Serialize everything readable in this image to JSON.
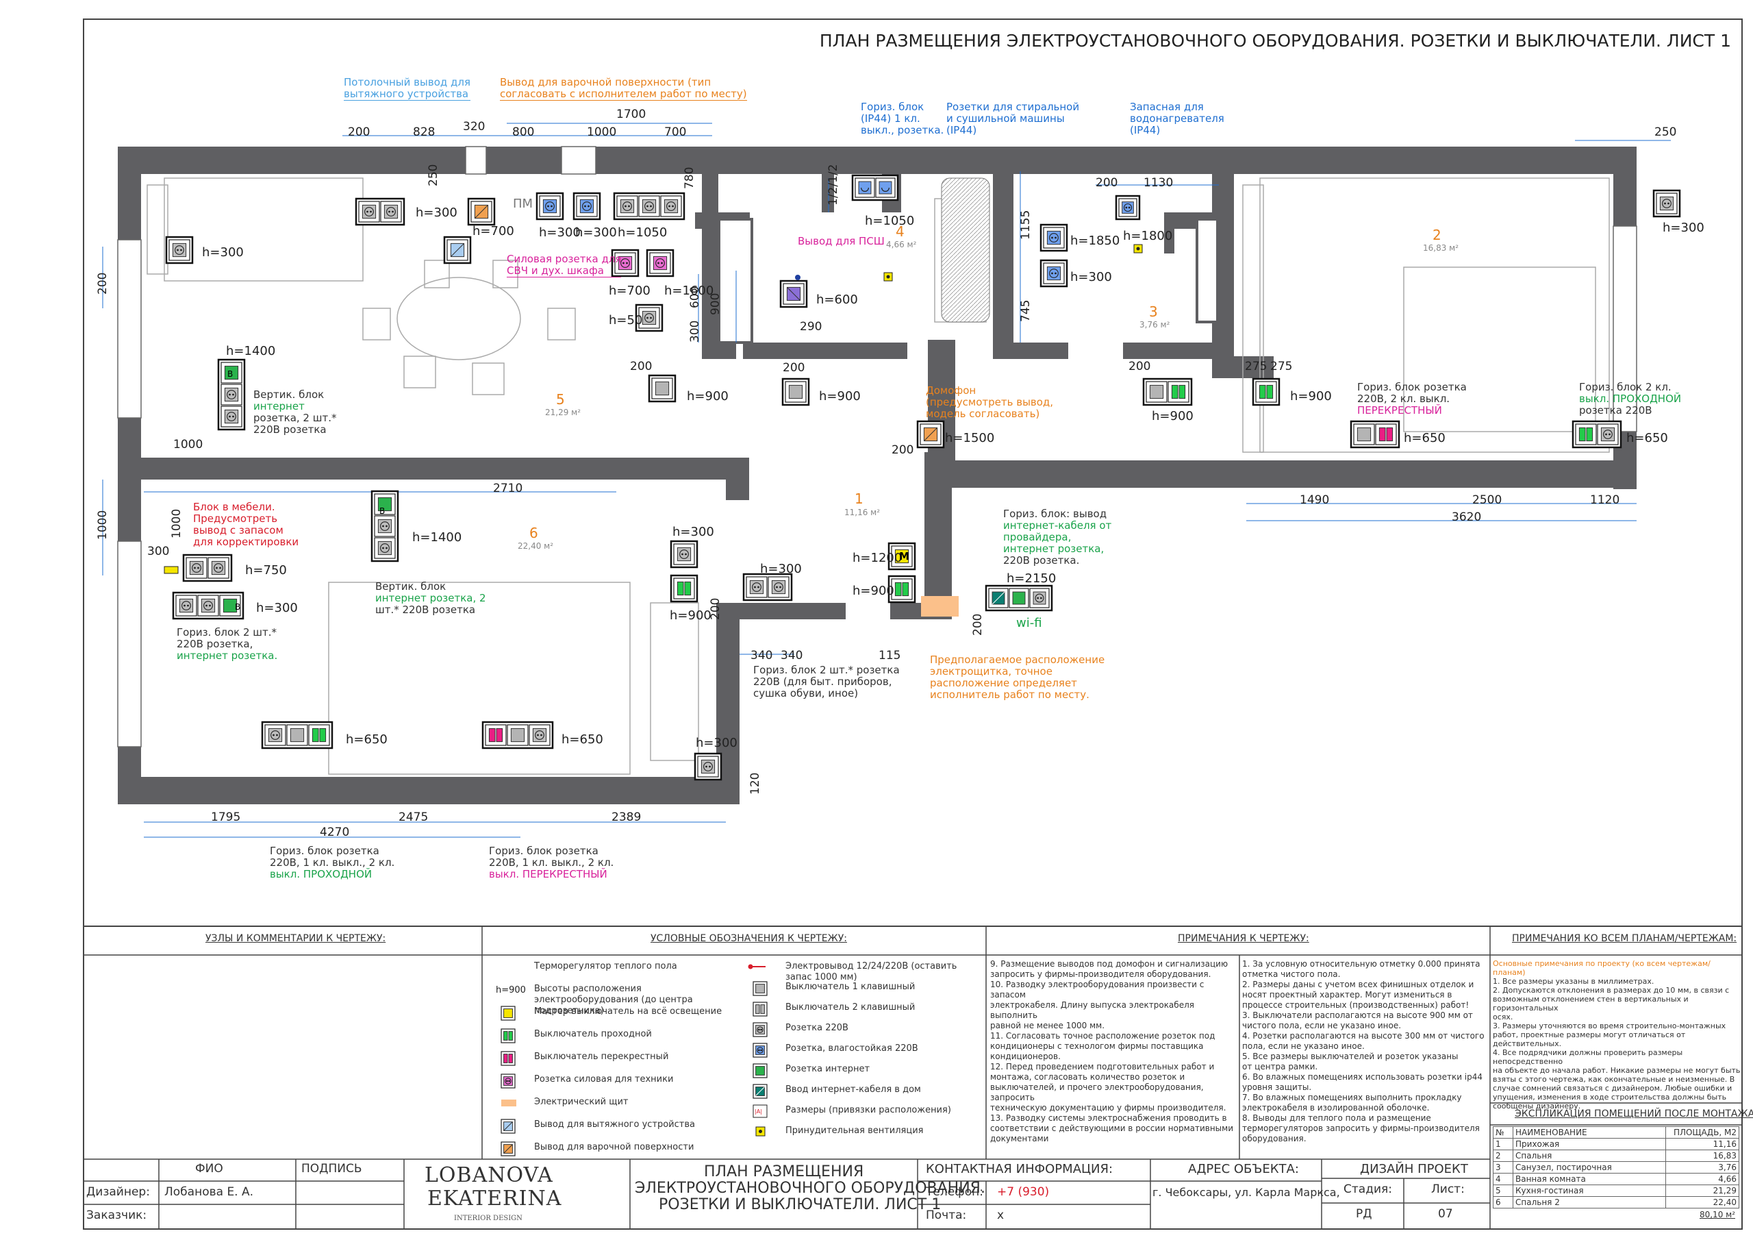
{
  "colors": {
    "wall": "#5f5f62",
    "blue": "#1f6fd1",
    "orange": "#e8821e",
    "pink": "#d8229b",
    "green": "#1aa34a",
    "red": "#d81e2c",
    "teal": "#0b8a7a",
    "dark": "#555",
    "socket_blue": "#6fa0ee",
    "switch_green": "#23cc4a",
    "switch_pink": "#ea1e84",
    "socket_pink": "#e96dd1",
    "master_yellow": "#f5e600",
    "internet_green": "#2bb24c",
    "cable_teal": "#0b7e71"
  },
  "plan_title": "ПЛАН РАЗМЕЩЕНИЯ ЭЛЕКТРОУСТАНОВОЧНОГО ОБОРУДОВАНИЯ. РОЗЕТКИ И ВЫКЛЮЧАТЕЛИ. ЛИСТ 1",
  "rooms": [
    {
      "num": "1",
      "area": "11,16 м²"
    },
    {
      "num": "2",
      "area": "16,83 м²"
    },
    {
      "num": "3",
      "area": "3,76 м²"
    },
    {
      "num": "4",
      "area": "4,66 м²"
    },
    {
      "num": "5",
      "area": "21,29 м²"
    },
    {
      "num": "6",
      "area": "22,40 м²"
    }
  ],
  "dims": {
    "d200a": "200",
    "d828": "828",
    "d320": "320",
    "d800": "800",
    "d1700": "1700",
    "d1000a": "1000",
    "d700": "700",
    "d250a": "250",
    "d780": "780",
    "d121": "1/2/1/2",
    "d200b": "200",
    "d1130": "1130",
    "d250b": "250",
    "d200c": "200",
    "d1155": "1155",
    "d745": "745",
    "d600": "600",
    "d900": "900",
    "d300": "300",
    "d290": "290",
    "d200d": "200",
    "d200e": "200",
    "d200f": "200",
    "d275a": "275",
    "d275b": "275",
    "d1000b": "1000",
    "d200g": "200",
    "d1490": "1490",
    "d2500": "2500",
    "d1120": "1120",
    "d3620": "3620",
    "d2710": "2710",
    "d1000c": "1000",
    "d1000d": "1000",
    "d300b": "300",
    "d200h": "200",
    "d340a": "340",
    "d340b": "340",
    "d115": "115",
    "d200i": "200",
    "d120": "120",
    "d1795": "1795",
    "d2475": "2475",
    "d2389": "2389",
    "d4270": "4270"
  },
  "heights": {
    "h1": "h=300",
    "h2": "h=300",
    "h3": "h=700",
    "h4": "h=300",
    "h5": "h=300",
    "h6": "h=1050",
    "h7": "h=700",
    "h8": "h=1600",
    "h9": "h=50",
    "h10": "h=1050",
    "h11": "h=600",
    "h12": "h=900",
    "h13": "h=900",
    "h14": "h=1850",
    "h15": "h=300",
    "h16": "h=1800",
    "h17": "h=300",
    "h18": "h=900",
    "h19": "h=900",
    "h20": "h=650",
    "h21": "h=650",
    "h22": "h=1400",
    "h23": "h=1500",
    "h24": "h=1400",
    "h25": "h=750",
    "h26": "h=300",
    "h27": "h=300",
    "h28": "h=900",
    "h29": "h=300",
    "h30": "h=1200",
    "h31": "h=900",
    "h32": "h=2150",
    "h33": "h=650",
    "h34": "h=650",
    "h35": "h=300"
  },
  "misc": {
    "pm": "ПМ",
    "wifi": "wi-fi",
    "b": "B",
    "m": "M"
  },
  "notes_plan": {
    "ceiling": [
      "Потолочный вывод для",
      "вытяжного устройства"
    ],
    "hob": [
      "Вывод  для  варочной поверхности  (тип",
      "согласовать с исполнителем работ по месту)"
    ],
    "oven": [
      "Силовая  розетка  для",
      "СВЧ и дух. шкафа"
    ],
    "horiz1": [
      "Гориз.  блок",
      "(IP44)   1  кл.",
      "выкл., розетка."
    ],
    "washer": [
      "Розетки для стиральной",
      "и   сушильной  машины",
      "(IP44)"
    ],
    "heater": [
      "Запасная     для",
      "водонагревателя",
      "(IP44)"
    ],
    "psh": "Вывод для ПСШ",
    "vert1": [
      "Вертик.       блок",
      "интернет",
      "розетка,   2    шт.*",
      "220В розетка"
    ],
    "intercom": [
      "Домофон",
      "(предусмотреть вывод,",
      "модель согласовать)"
    ],
    "bed_left": [
      "Гориз. блок розетка",
      "220В,  2  кл.  выкл.",
      "ПЕРЕКРЕСТНЫЙ"
    ],
    "bed_right": [
      "Гориз. блок  2  кл.",
      "выкл. ПРОХОДНОЙ",
      "розетка 220В"
    ],
    "furniture": [
      "Блок    в    мебели.",
      "Предусмотреть",
      "вывод   с   запасом",
      "для корректировки"
    ],
    "vert2": [
      "Вертик.       блок",
      "интернет розетка,  2",
      "шт.* 220В розетка"
    ],
    "inet_cable": [
      "Гориз.  блок:  вывод",
      "интернет-кабеля  от",
      "провайдера,",
      "интернет   розетка,",
      "220В розетка."
    ],
    "horiz2": [
      "Гориз.  блок  2  шт.*",
      "220В          розетка,",
      "интернет розетка."
    ],
    "shield": [
      "Предполагаемое расположение",
      "электрощитка,        точное",
      "расположение   определяет",
      "исполнитель работ по месту."
    ],
    "horiz3": [
      "Гориз.  блок  2  шт.*  розетка",
      "220В  (для  быт.  приборов,",
      "сушка обуви, иное)"
    ],
    "bottom_left": [
      "Гориз.   блок   розетка",
      "220В, 1 кл. выкл., 2 кл.",
      "выкл. ПРОХОДНОЙ"
    ],
    "bottom_right": [
      "Гориз.   блок   розетка",
      "220В, 1 кл. выкл., 2 кл.",
      "выкл. ПЕРЕКРЕСТНЫЙ"
    ]
  },
  "sections": {
    "s1": "УЗЛЫ И КОММЕНТАРИИ К ЧЕРТЕЖУ:",
    "s2": "УСЛОВНЫЕ ОБОЗНАЧЕНИЯ К ЧЕРТЕЖУ:",
    "s3": "ПРИМЕЧАНИЯ К ЧЕРТЕЖУ:",
    "s4": "ПРИМЕЧАНИЯ КО ВСЕМ ПЛАНАМ/ЧЕРТЕЖАМ:"
  },
  "legend_left": [
    {
      "icon": "floor",
      "text": "Терморегулятор теплого пола"
    },
    {
      "icon": "h",
      "text": "Высоты расположения электрооборудования (до центра подрозетника)",
      "tag": "h=900"
    },
    {
      "icon": "yellow",
      "text": "Мастер выключатель на всё освещение"
    },
    {
      "icon": "green",
      "text": "Выключатель проходной"
    },
    {
      "icon": "pink",
      "text": "Выключатель перекрестный"
    },
    {
      "icon": "pinksock",
      "text": "Розетка силовая для техники"
    },
    {
      "icon": "shield",
      "text": "Электрический щит"
    },
    {
      "icon": "hood",
      "text": "Вывод для вытяжного устройства"
    },
    {
      "icon": "hob",
      "text": "Вывод для варочной поверхности"
    }
  ],
  "legend_right": [
    {
      "icon": "wire",
      "text": "Электровывод 12/24/220В (оставить запас 1000 мм)"
    },
    {
      "icon": "sw1",
      "text": "Выключатель 1 клавишный"
    },
    {
      "icon": "sw2",
      "text": "Выключатель 2 клавишный"
    },
    {
      "icon": "sock",
      "text": "Розетка 220В"
    },
    {
      "icon": "socklue",
      "text": "Розетка, влагостойкая 220В"
    },
    {
      "icon": "inet",
      "text": "Розетка интернет"
    },
    {
      "icon": "cable",
      "text": "Ввод интернет-кабеля в дом"
    },
    {
      "icon": "dimicon",
      "text": "Размеры (привязки расположения)"
    },
    {
      "icon": "vent",
      "text": "Принудительная вентиляция"
    }
  ],
  "notes_a": [
    "9.  Размещение  выводов  под  домофон  и  сигнализацию",
    "запросить у фирмы-производителя оборудования.",
    "10. Разводку электрооборудования произвести с запасом",
    "электрокабеля.  Длину  выпуска  электрокабеля  выполнить",
    "равной не менее 1000 мм.",
    "11.  Согласовать  точное  расположение  розеток  под",
    "кондиционеры    с    технологом    фирмы    поставщика",
    "кондиционеров.",
    "12.  Перед  проведением  подготовительных  работ  и",
    "монтажа,   согласовать   количество   розеток   и",
    "выключателей, и прочего электрооборудования, запросить",
    "техническую документацию у фирмы производителя.",
    "13.  Разводку  системы  электроснабжения  проводить  в",
    "соответствии с действующими в россии нормативными",
    "документами"
  ],
  "notes_b": [
    "1.  За  условную  относительную  отметку  0.000  принята",
    "отметка чистого пола.",
    "2. Размеры даны с учетом всех финишных отделок и",
    "носят   проектный   характер.   Могут   измениться   в",
    "процессе строительных (производственных) работ!",
    "3.  Выключатели  располагаются  на  высоте  900  мм  от",
    "чистого пола, если не указано иное.",
    "4. Розетки располагаются на высоте 300 мм от чистого",
    "пола, если не указано иное.",
    "5. Все размеры выключателей и розеток указаны",
    "от центра рамки.",
    "6.  Во  влажных  помещениях  использовать  розетки  ip44",
    "уровня защиты.",
    "7.   Во   влажных   помещениях   выполнить   прокладку",
    "электрокабеля в изолированной оболочке.",
    "8.    Выводы    для    теплого    пола    и    размещение",
    "терморегуляторов  запросить  у  фирмы-производителя",
    "оборудования."
  ],
  "notes_all": [
    {
      "t": "Основные примечания по проекту (ко всем чертежам/планам)",
      "c": "#e8821e"
    },
    {
      "t": "1. Все размеры указаны в миллиметрах.",
      "c": "#333"
    },
    {
      "t": "2.  Допускаются  отклонения  в  размерах  до  10  мм,  в  связи  с",
      "c": "#333"
    },
    {
      "t": "возможным отклонением стен в вертикальных и горизонтальных",
      "c": "#333"
    },
    {
      "t": "осях.",
      "c": "#333"
    },
    {
      "t": "3.   Размеры   уточняются   во   время   строительно-монтажных",
      "c": "#333"
    },
    {
      "t": "работ,   проектные   размеры   могут   отличаться   от",
      "c": "#333"
    },
    {
      "t": "действительных.",
      "c": "#333"
    },
    {
      "t": "4. Все подрядчики должны проверить размеры непосредственно",
      "c": "#333"
    },
    {
      "t": "на объекте до начала работ. Никакие размеры не могут быть",
      "c": "#333"
    },
    {
      "t": "взяты  с  этого  чертежа,  как  окончательные  и  неизменные.  В",
      "c": "#333"
    },
    {
      "t": "случае  сомнений  связаться  с  дизайнером.  Любые  ошибки  и",
      "c": "#333"
    },
    {
      "t": "упущения,  изменения  в  ходе  строительства  должны  быть",
      "c": "#333"
    },
    {
      "t": "сообщены дизайнеру.",
      "c": "#333"
    }
  ],
  "explication": {
    "title": "ЭКСПЛИКАЦИЯ ПОМЕЩЕНИЙ ПОСЛЕ МОНТАЖА:",
    "headers": [
      "№",
      "НАИМЕНОВАНИЕ",
      "ПЛОЩАДЬ, М2"
    ],
    "rows": [
      [
        "1",
        "Прихожая",
        "11,16"
      ],
      [
        "2",
        "Спальня",
        "16,83"
      ],
      [
        "3",
        "Санузел, постирочная",
        "3,76"
      ],
      [
        "4",
        "Ванная комната",
        "4,66"
      ],
      [
        "5",
        "Кухня-гостиная",
        "21,29"
      ],
      [
        "6",
        "Спальня 2",
        "22,40"
      ]
    ],
    "total": "80,10 м²"
  },
  "stamp": {
    "fio": "ФИО",
    "podpis": "ПОДПИСЬ",
    "designer_l": "Дизайнер:",
    "designer": "Лобанова Е. А.",
    "client_l": "Заказчик:",
    "logo1": "LOBANOVA",
    "logo2": "EKATERINA",
    "logo3": "INTERIOR DESIGN",
    "plan1": "ПЛАН РАЗМЕЩЕНИЯ",
    "plan2": "ЭЛЕКТРОУСТАНОВОЧНОГО ОБОРУДОВАНИЯ.",
    "plan3": "РОЗЕТКИ И ВЫКЛЮЧАТЕЛИ. ЛИСТ 1",
    "contact": "КОНТАКТНАЯ ИНФОРМАЦИЯ:",
    "phone_l": "Телефон:",
    "phone": "+7 (930)",
    "mail_l": "Почта:",
    "mail": "x",
    "addr_h": "АДРЕС ОБЪЕКТА:",
    "addr": "г. Чебоксары, ул. Карла Маркса,",
    "proj": "ДИЗАЙН ПРОЕКТ",
    "stage_l": "Стадия:",
    "sheet_l": "Лист:",
    "stage": "РД",
    "sheet": "07"
  }
}
